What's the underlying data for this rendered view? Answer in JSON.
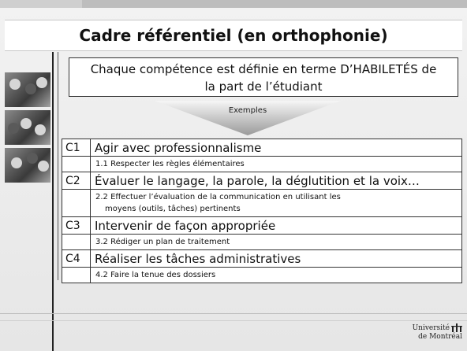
{
  "slide": {
    "title": "Cadre référentiel (en orthophonie)",
    "intro_line1": "Chaque compétence est définie en terme D’HABILETÉS de",
    "intro_line2": "la part de l’étudiant",
    "arrow_label": "Exemples"
  },
  "competences": [
    {
      "code": "C1",
      "title": "Agir avec professionnalisme",
      "sub": "1.1 Respecter les règles élémentaires"
    },
    {
      "code": "C2",
      "title": "Évaluer le langage, la parole, la déglutition et la voix…",
      "sub_line1": "2.2 Effectuer l’évaluation de la communication en utilisant les",
      "sub_line2": "moyens (outils, tâches) pertinents"
    },
    {
      "code": "C3",
      "title": "Intervenir de façon appropriée",
      "sub": "3.2 Rédiger un plan de traitement"
    },
    {
      "code": "C4",
      "title": "Réaliser les tâches administratives",
      "sub": "4.2 Faire la tenue des dossiers"
    }
  ],
  "footer": {
    "logo_line1": "Université",
    "logo_line2": "de Montréal"
  }
}
